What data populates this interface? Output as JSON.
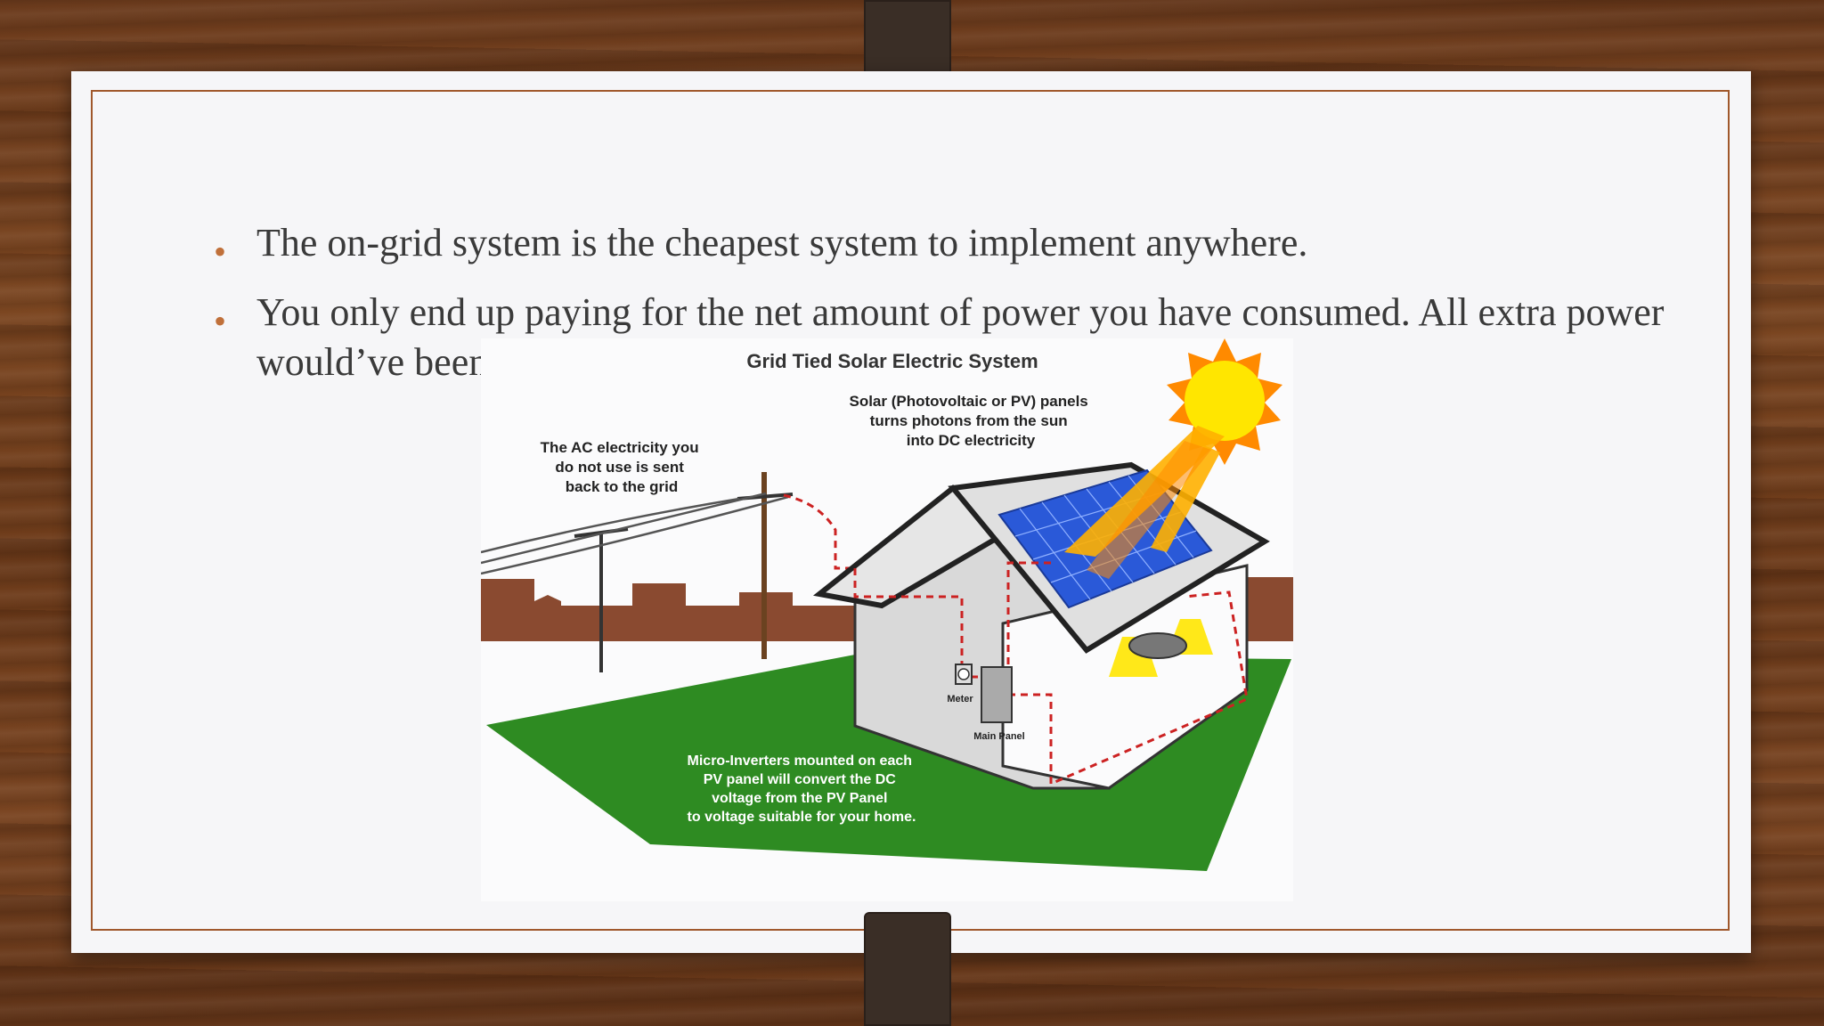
{
  "bullets": [
    "The on-grid system is the cheapest system to implement anywhere.",
    "You only end up paying for the net amount of power you have consumed. All extra power would’ve been sold to the grid reducing electricity bills."
  ],
  "diagram": {
    "title": "Grid Tied Solar Electric System",
    "panels_label": [
      "Solar (Photovoltaic or PV) panels",
      "turns photons from the sun",
      "into DC electricity"
    ],
    "grid_label": [
      "The AC electricity you",
      "do not use is sent",
      "back to the grid"
    ],
    "meter_label": "Meter",
    "main_panel_label": "Main Panel",
    "inverter_label": [
      "Micro-Inverters mounted on each",
      "PV panel will convert the DC",
      "voltage from the PV Panel",
      "to voltage suitable for your home."
    ]
  },
  "colors": {
    "accent": "#c0703a",
    "frame": "#a0582c",
    "grass": "#2e8b22",
    "sun": "#ffe600"
  }
}
